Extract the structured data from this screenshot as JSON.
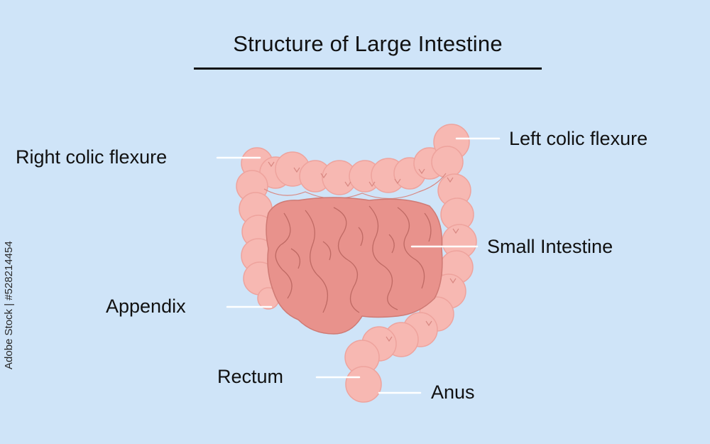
{
  "title": "Structure of Large Intestine",
  "labels": {
    "right_colic_flexure": "Right colic flexure",
    "left_colic_flexure": "Left colic flexure",
    "small_intestine": "Small Intestine",
    "appendix": "Appendix",
    "rectum": "Rectum",
    "anus": "Anus"
  },
  "watermark": "Adobe Stock | #528214454",
  "colors": {
    "background": "#cfe4f8",
    "large_intestine": "#f7b8b2",
    "large_intestine_outline": "#e89a94",
    "small_intestine": "#e8928c",
    "small_intestine_outline": "#c9716b",
    "leader_line": "#ffffff"
  }
}
